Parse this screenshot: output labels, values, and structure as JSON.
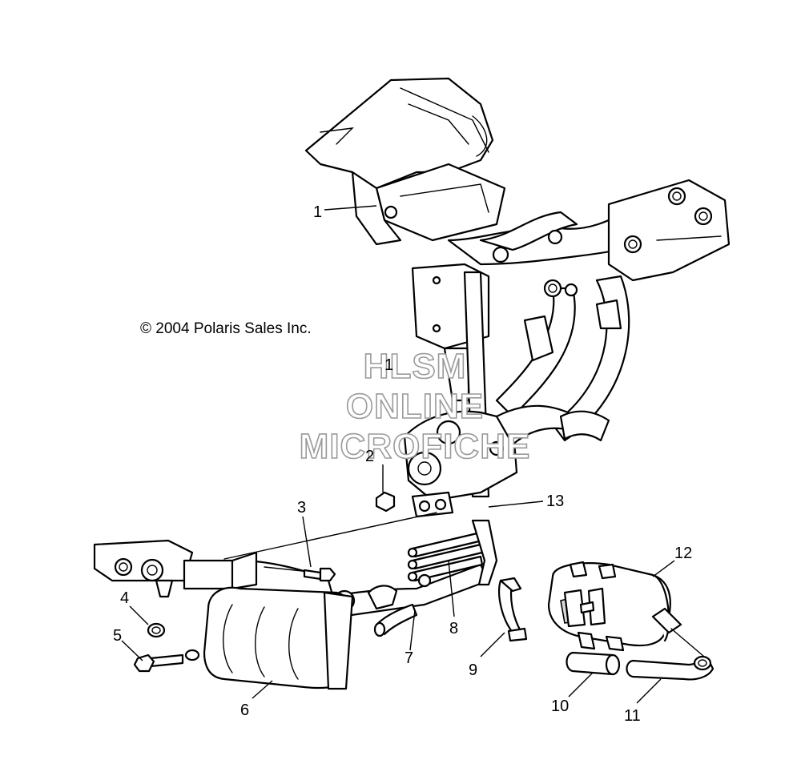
{
  "copyright": "© 2004 Polaris Sales Inc.",
  "watermark": {
    "line1": "HLSM",
    "line2": "ONLINE",
    "line3": "MICROFICHE"
  },
  "callouts": [
    {
      "id": "1a",
      "label": "1"
    },
    {
      "id": "1b",
      "label": "1"
    },
    {
      "id": "2",
      "label": "2"
    },
    {
      "id": "3",
      "label": "3"
    },
    {
      "id": "4",
      "label": "4"
    },
    {
      "id": "5",
      "label": "5"
    },
    {
      "id": "6",
      "label": "6"
    },
    {
      "id": "7",
      "label": "7"
    },
    {
      "id": "8",
      "label": "8"
    },
    {
      "id": "9",
      "label": "9"
    },
    {
      "id": "10",
      "label": "10"
    },
    {
      "id": "11",
      "label": "11"
    },
    {
      "id": "12",
      "label": "12"
    },
    {
      "id": "13",
      "label": "13"
    }
  ]
}
